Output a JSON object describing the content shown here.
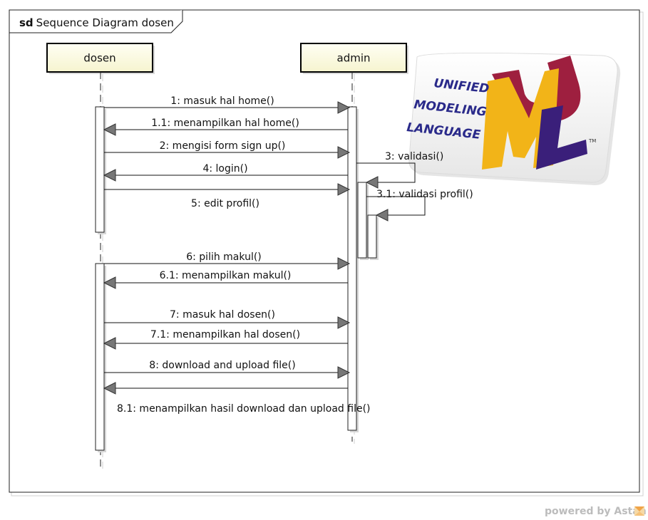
{
  "frame": {
    "keyword": "sd",
    "name": "Sequence Diagram dosen"
  },
  "lifelines": [
    {
      "id": "dosen",
      "name": "dosen"
    },
    {
      "id": "admin",
      "name": "admin"
    }
  ],
  "messages": [
    {
      "label": "1: masuk hal home()"
    },
    {
      "label": "1.1: menampilkan hal home()"
    },
    {
      "label": "2: mengisi form sign up()"
    },
    {
      "label": "3: validasi()"
    },
    {
      "label": "4: login()"
    },
    {
      "label": "3.1: validasi profil()"
    },
    {
      "label": "5: edit profil()"
    },
    {
      "label": "6: pilih makul()"
    },
    {
      "label": "6.1: menampilkan makul()"
    },
    {
      "label": "7: masuk hal dosen()"
    },
    {
      "label": "7.1: menampilkan hal dosen()"
    },
    {
      "label": "8: download and upload file()"
    },
    {
      "label": "8.1: menampilkan hasil download dan upload file()"
    }
  ],
  "logo": {
    "lines": [
      "UNIFIED",
      "MODELING",
      "LANGUAGE"
    ],
    "tm": "TM"
  },
  "footer": {
    "text": "powered by Astah"
  }
}
